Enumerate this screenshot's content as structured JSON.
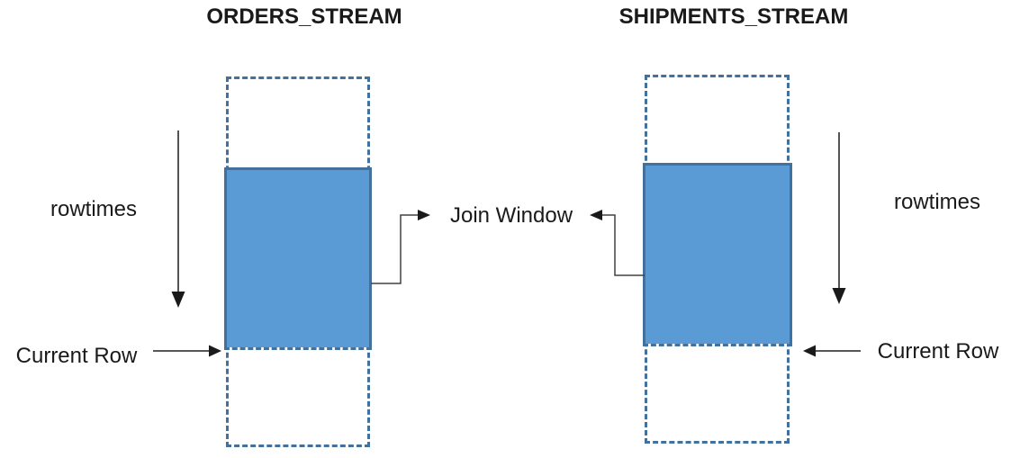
{
  "diagram": {
    "left_stream": {
      "title": "ORDERS_STREAM",
      "rowtimes_label": "rowtimes",
      "current_row_label": "Current Row"
    },
    "right_stream": {
      "title": "SHIPMENTS_STREAM",
      "rowtimes_label": "rowtimes",
      "current_row_label": "Current Row"
    },
    "join_window_label": "Join Window",
    "colors": {
      "window_fill": "#5B9BD5",
      "window_border": "#41719C",
      "stream_border": "#41719C",
      "arrow": "#404040",
      "text": "#1a1a1a"
    }
  }
}
